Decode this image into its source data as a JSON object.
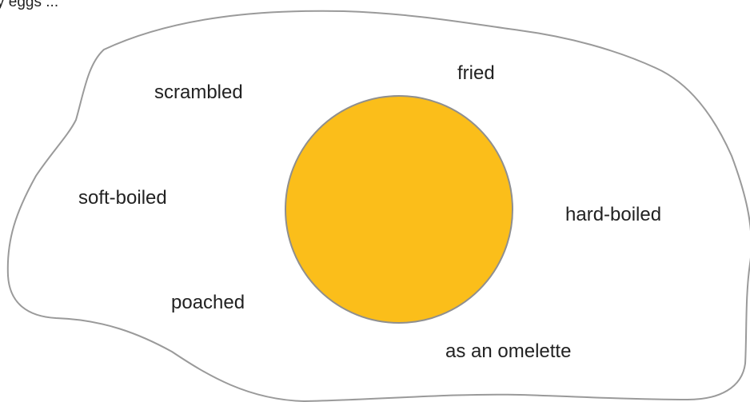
{
  "caption": "y eggs ...",
  "labels": {
    "scrambled": "scrambled",
    "fried": "fried",
    "soft_boiled": "soft-boiled",
    "hard_boiled": "hard-boiled",
    "poached": "poached",
    "omelette": "as an omelette"
  },
  "colors": {
    "yolk": "#fbbe1a",
    "outline": "#9a9a9a",
    "text": "#222222"
  }
}
